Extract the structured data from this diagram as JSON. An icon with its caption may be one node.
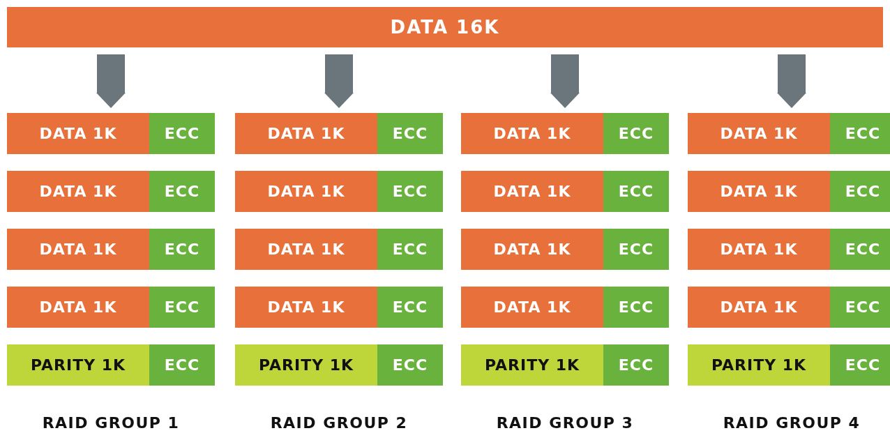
{
  "diagram": {
    "nodes": [
      {
        "text": [
          "DATA 16K"
        ]
      },
      {
        "text": [
          "RAID GROUP 1"
        ]
      },
      {
        "text": [
          "DATA 1K"
        ],
        "in": 1
      },
      {
        "text": [
          "ECC"
        ],
        "in": 1
      },
      {
        "text": [
          "DATA 1K"
        ],
        "in": 1
      },
      {
        "text": [
          "ECC"
        ],
        "in": 1
      },
      {
        "text": [
          "DATA 1K"
        ],
        "in": 1
      },
      {
        "text": [
          "ECC"
        ],
        "in": 1
      },
      {
        "text": [
          "DATA 1K"
        ],
        "in": 1
      },
      {
        "text": [
          "ECC"
        ],
        "in": 1
      },
      {
        "text": [
          "PARITY 1K"
        ],
        "in": 1
      },
      {
        "text": [
          "ECC"
        ],
        "in": 1
      },
      {
        "text": [
          "RAID GROUP 2"
        ]
      },
      {
        "text": [
          "DATA 1K"
        ],
        "in": 12
      },
      {
        "text": [
          "ECC"
        ],
        "in": 12
      },
      {
        "text": [
          "DATA 1K"
        ],
        "in": 12
      },
      {
        "text": [
          "ECC"
        ],
        "in": 12
      },
      {
        "text": [
          "DATA 1K"
        ],
        "in": 12
      },
      {
        "text": [
          "ECC"
        ],
        "in": 12
      },
      {
        "text": [
          "DATA 1K"
        ],
        "in": 12
      },
      {
        "text": [
          "ECC"
        ],
        "in": 12
      },
      {
        "text": [
          "PARITY 1K"
        ],
        "in": 12
      },
      {
        "text": [
          "ECC"
        ],
        "in": 12
      },
      {
        "text": [
          "RAID GROUP 3"
        ]
      },
      {
        "text": [
          "DATA 1K"
        ],
        "in": 23
      },
      {
        "text": [
          "ECC"
        ],
        "in": 23
      },
      {
        "text": [
          "DATA 1K"
        ],
        "in": 23
      },
      {
        "text": [
          "ECC"
        ],
        "in": 23
      },
      {
        "text": [
          "DATA 1K"
        ],
        "in": 23
      },
      {
        "text": [
          "ECC"
        ],
        "in": 23
      },
      {
        "text": [
          "DATA 1K"
        ],
        "in": 23
      },
      {
        "text": [
          "ECC"
        ],
        "in": 23
      },
      {
        "text": [
          "PARITY 1K"
        ],
        "in": 23
      },
      {
        "text": [
          "ECC"
        ],
        "in": 23
      },
      {
        "text": [
          "RAID GROUP 4"
        ]
      },
      {
        "text": [
          "DATA 1K"
        ],
        "in": 34
      },
      {
        "text": [
          "ECC"
        ],
        "in": 34
      },
      {
        "text": [
          "DATA 1K"
        ],
        "in": 34
      },
      {
        "text": [
          "ECC"
        ],
        "in": 34
      },
      {
        "text": [
          "DATA 1K"
        ],
        "in": 34
      },
      {
        "text": [
          "ECC"
        ],
        "in": 34
      },
      {
        "text": [
          "DATA 1K"
        ],
        "in": 34
      },
      {
        "text": [
          "ECC"
        ],
        "in": 34
      },
      {
        "text": [
          "PARITY 1K"
        ],
        "in": 34
      },
      {
        "text": [
          "ECC"
        ],
        "in": 34
      }
    ],
    "edges": [
      {
        "from": 0,
        "to": 1,
        "arrow": "to"
      },
      {
        "from": 0,
        "to": 12,
        "arrow": "to"
      },
      {
        "from": 0,
        "to": 23,
        "arrow": "to"
      },
      {
        "from": 0,
        "to": 34,
        "arrow": "to"
      }
    ]
  }
}
